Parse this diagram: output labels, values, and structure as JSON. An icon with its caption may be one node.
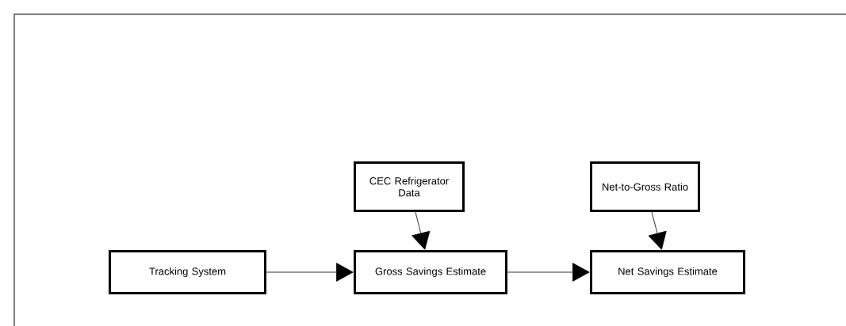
{
  "diagram": {
    "nodes": [
      {
        "text": [
          "Tracking System"
        ]
      },
      {
        "text": [
          "CEC Refrigerator Data"
        ]
      },
      {
        "text": [
          "Gross Savings Estimate"
        ]
      },
      {
        "text": [
          "Net-to-Gross Ratio"
        ]
      },
      {
        "text": [
          "Net Savings Estimate"
        ]
      }
    ],
    "edges": [
      {
        "from": 0,
        "to": 2,
        "arrow": "to"
      },
      {
        "from": 1,
        "to": 2,
        "arrow": "to"
      },
      {
        "from": 2,
        "to": 4,
        "arrow": "to"
      },
      {
        "from": 3,
        "to": 4,
        "arrow": "to"
      }
    ]
  }
}
